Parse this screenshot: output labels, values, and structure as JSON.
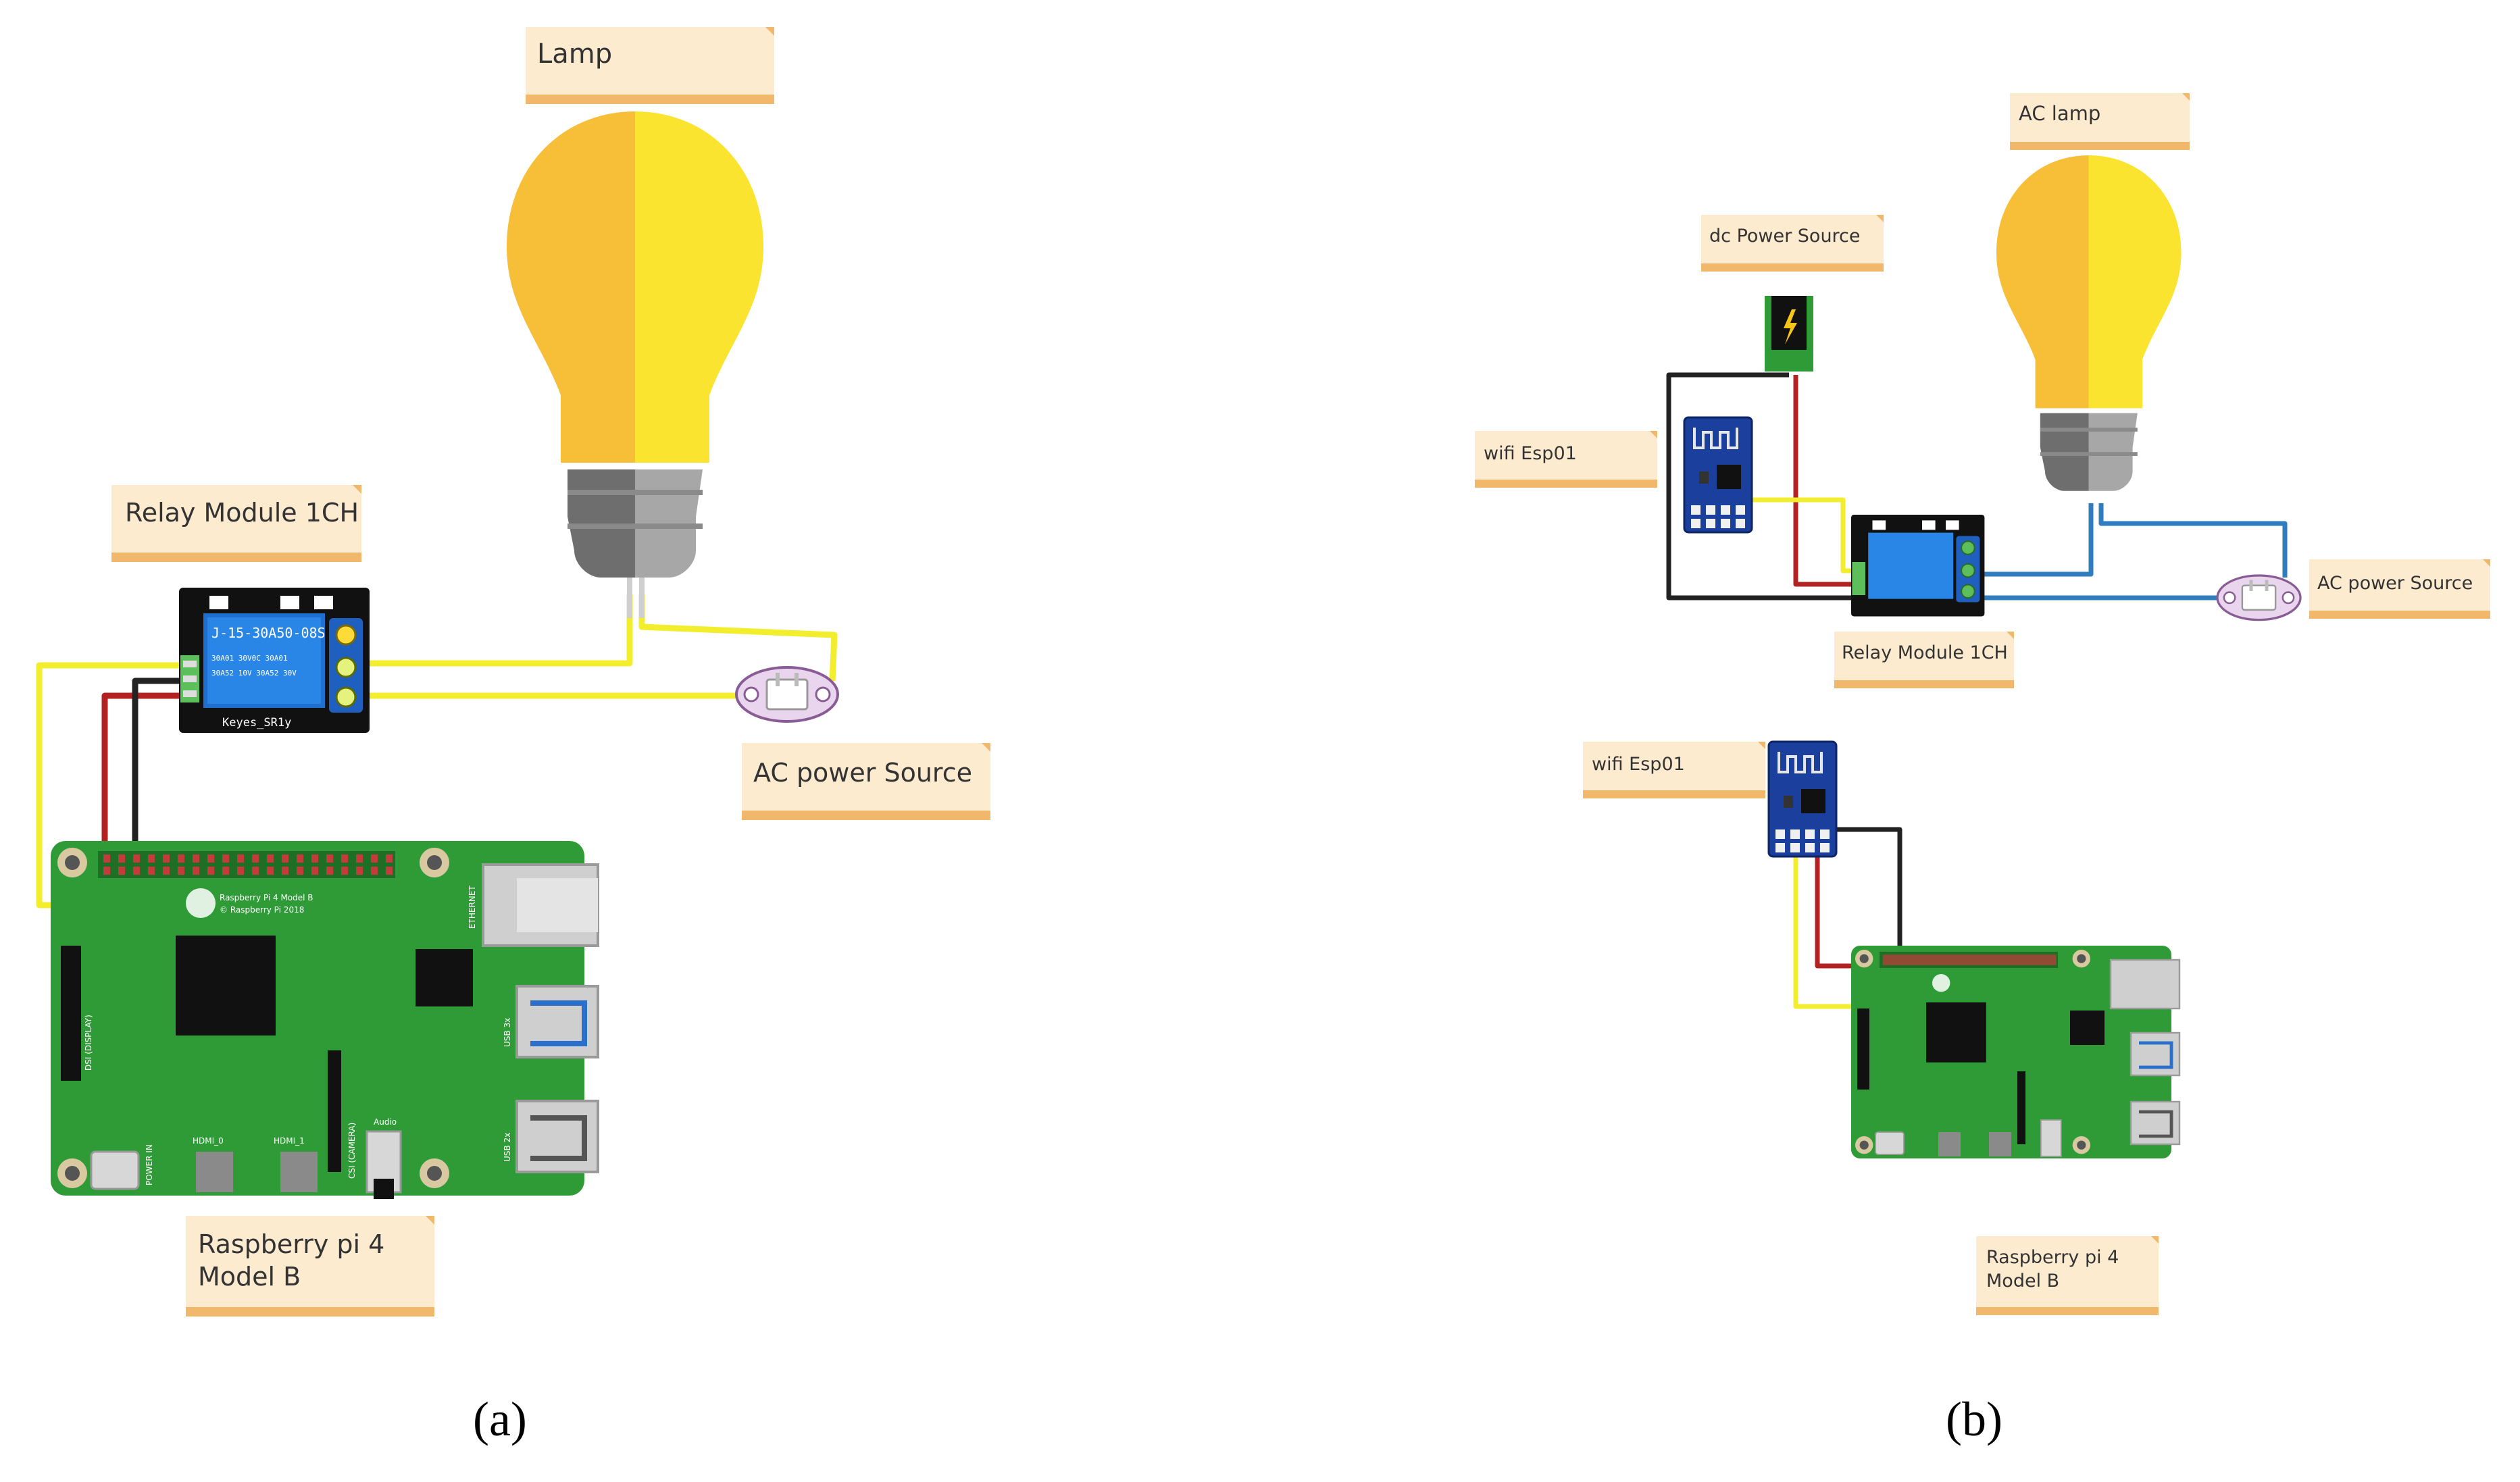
{
  "colors": {
    "bulb_left": "#F7BE38",
    "bulb_right": "#FBE430",
    "base_dark": "#6E6E6E",
    "base_light": "#A7A7A7",
    "board_green": "#2E9B37",
    "wire_yellow": "#F2EE2E",
    "wire_red": "#B22222",
    "wire_black": "#222222",
    "wire_blue": "#2F7DBE",
    "note_bg": "#FDEBD0",
    "note_bar": "#F1B86B",
    "relay_blue": "#1E4FA3"
  },
  "panel_a": {
    "caption": "(a)",
    "labels": {
      "lamp": "Lamp",
      "relay": "Relay Module 1CH",
      "ac_power": "AC power Source",
      "pi_line1": "Raspberry pi 4",
      "pi_line2": "Model B"
    },
    "relay_board": {
      "brand": "Keyes_SR1y",
      "line1": "J-15-30A50-08S",
      "line2": "30A01 30V0C 30A01",
      "line3": "30A52 10V 30A52 30V"
    },
    "pi_board": {
      "title": "Raspberry Pi 4 Model B",
      "copyright": "© Raspberry Pi 2018",
      "ethernet": "ETHERNET",
      "usb2": "USB 2x",
      "usb3": "USB 3x",
      "dsi": "DSI (DISPLAY)",
      "csi": "CSI (CAMERA)",
      "power": "POWER IN",
      "hdmi0": "HDMI_0",
      "hdmi1": "HDMI_1",
      "audio": "Audio"
    }
  },
  "panel_b": {
    "caption": "(b)",
    "labels": {
      "ac_lamp": "AC lamp",
      "dc_power": "dc Power Source",
      "wifi_top": "wifi Esp01",
      "relay": "Relay Module 1CH",
      "ac_power": "AC power Source",
      "wifi_bottom": "wifi Esp01",
      "pi_line1": "Raspberry pi 4",
      "pi_line2": "Model B"
    }
  }
}
